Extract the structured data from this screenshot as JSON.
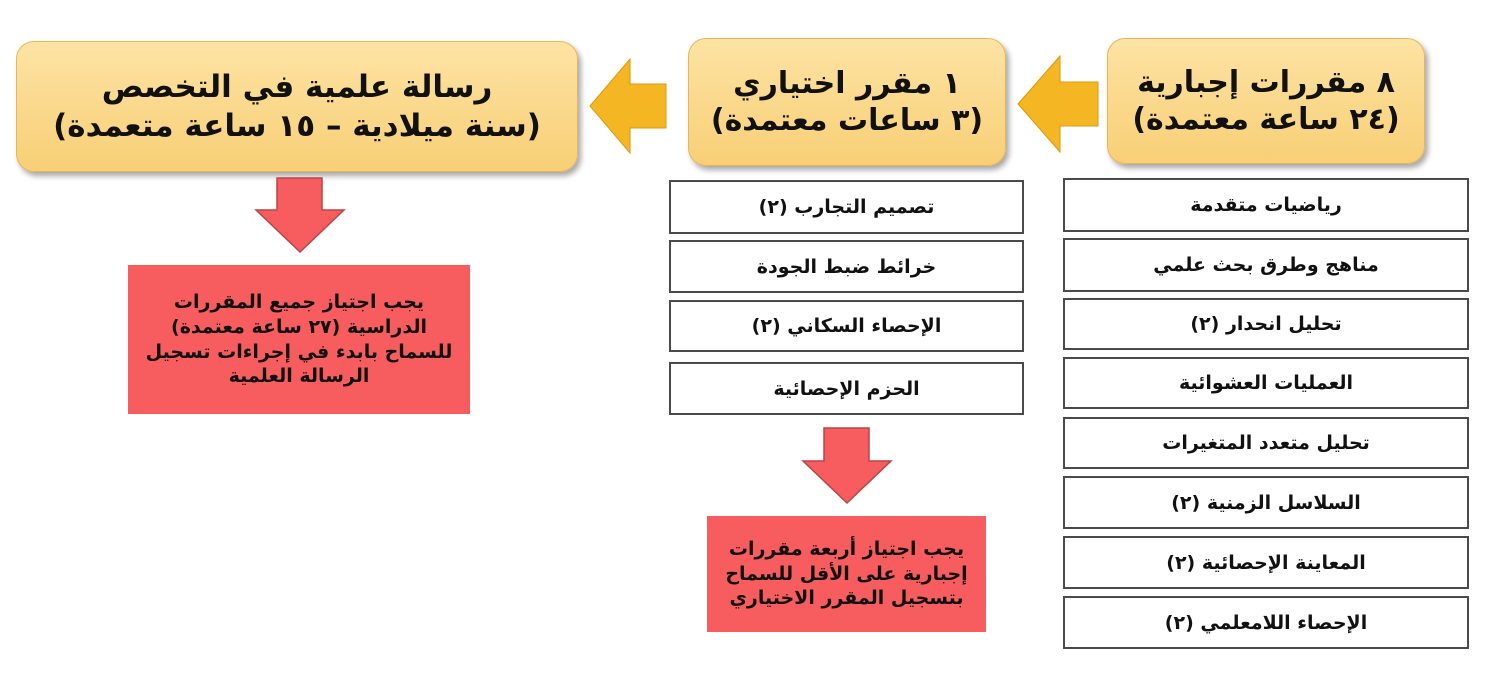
{
  "stages": {
    "mandatory": {
      "line1": "٨ مقررات إجبارية",
      "line2": "(٢٤ ساعة معتمدة)"
    },
    "elective": {
      "line1": "١ مقرر اختياري",
      "line2": "(٣ ساعات معتمدة)"
    },
    "thesis": {
      "line1": "رسالة علمية في التخصص",
      "line2": "(سنة ميلادية – ١٥ ساعة متعمدة)"
    }
  },
  "mandatory_courses": [
    "رياضيات متقدمة",
    "مناهج وطرق بحث علمي",
    "تحليل انحدار (٢)",
    "العمليات العشوائية",
    "تحليل متعدد المتغيرات",
    "السلاسل الزمنية (٢)",
    "المعاينة الإحصائية (٢)",
    "الإحصاء اللامعلمي (٢)"
  ],
  "elective_courses": [
    "تصميم التجارب (٢)",
    "خرائط ضبط الجودة",
    "الإحصاء السكاني (٢)",
    "الحزم الإحصائية"
  ],
  "notes": {
    "thesis": [
      "يجب اجتياز جميع المقررات",
      "الدراسية (٢٧ ساعة معتمدة)",
      "للسماح بابدء في إجراءات تسجيل",
      "الرسالة العلمية"
    ],
    "elective": [
      "يجب اجتياز أربعة مقررات",
      "إجبارية على الأقل للسماح",
      "بتسجيل المقرر الاختياري"
    ]
  },
  "colors": {
    "stage_fill": "#f8cf76",
    "arrow_yellow": "#f4b622",
    "note_red": "#f75c5e",
    "arrow_red": "#f75c5e"
  }
}
